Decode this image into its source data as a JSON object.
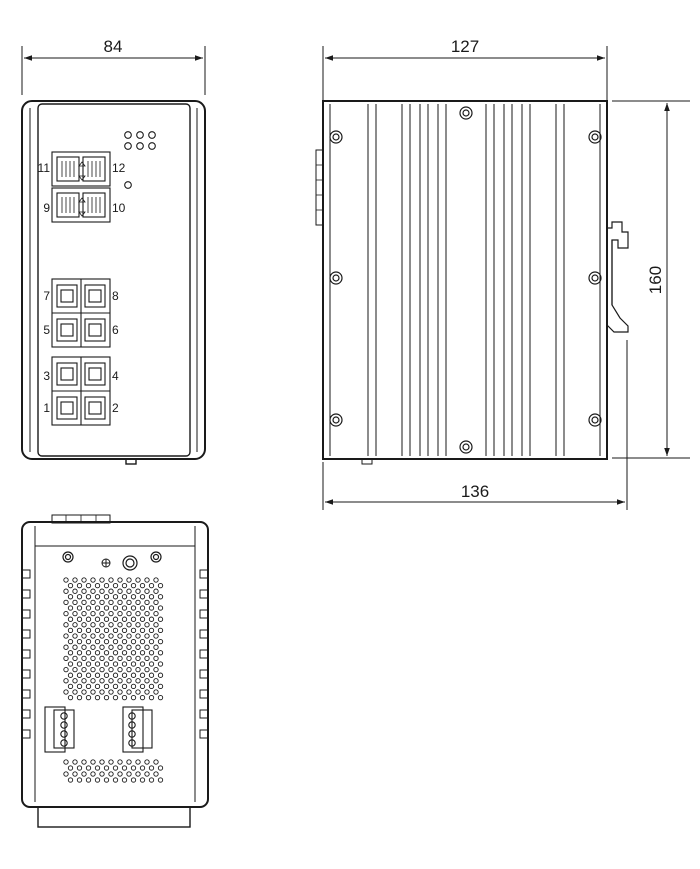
{
  "dimensions": {
    "front_width": "84",
    "side_width_top": "127",
    "side_height": "160",
    "side_width_bottom": "136"
  },
  "port_labels": {
    "p1": "1",
    "p2": "2",
    "p3": "3",
    "p4": "4",
    "p5": "5",
    "p6": "6",
    "p7": "7",
    "p8": "8",
    "p9": "9",
    "p10": "10",
    "p11": "11",
    "p12": "12"
  },
  "colors": {
    "line": "#1a1a1a",
    "background": "#ffffff"
  }
}
